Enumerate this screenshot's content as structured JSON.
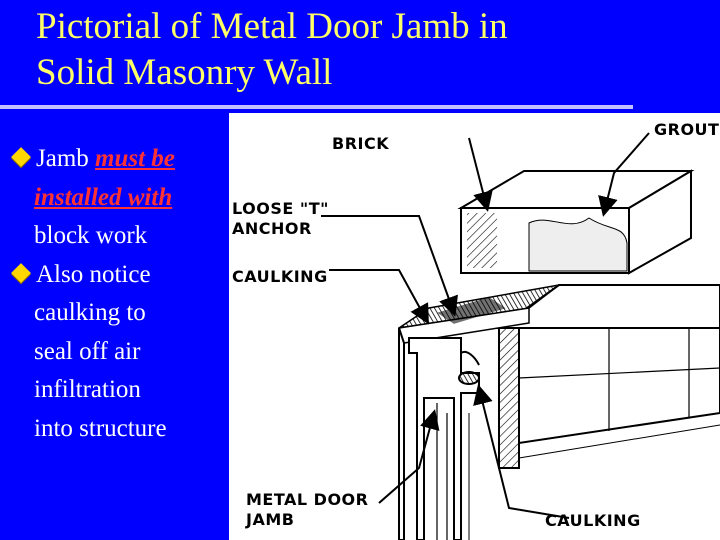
{
  "slide": {
    "title_line1": "Pictorial of Metal Door Jamb in",
    "title_line2": "Solid Masonry Wall",
    "bullets": [
      {
        "lead": "Jamb ",
        "emphasis_line1": "must be",
        "emphasis_line2": "installed with",
        "tail": "block work"
      },
      {
        "line1": "Also notice",
        "line2": "caulking to",
        "line3": "seal off air",
        "line4": "infiltration",
        "line5": "into structure"
      }
    ]
  },
  "figure": {
    "labels": {
      "brick": "BRICK",
      "grout": "GROUT",
      "loose_t_anchor_line1": "LOOSE \"T\"",
      "loose_t_anchor_line2": "ANCHOR",
      "caulking_top": "CAULKING",
      "metal_door_jamb_line1": "METAL DOOR",
      "metal_door_jamb_line2": "JAMB",
      "caulking_bottom": "CAULKING"
    }
  },
  "colors": {
    "background": "#0000ff",
    "title": "#ffff66",
    "body_text": "#ffffff",
    "emphasis": "#ff3333",
    "bullet_marker": "#ffd700"
  }
}
